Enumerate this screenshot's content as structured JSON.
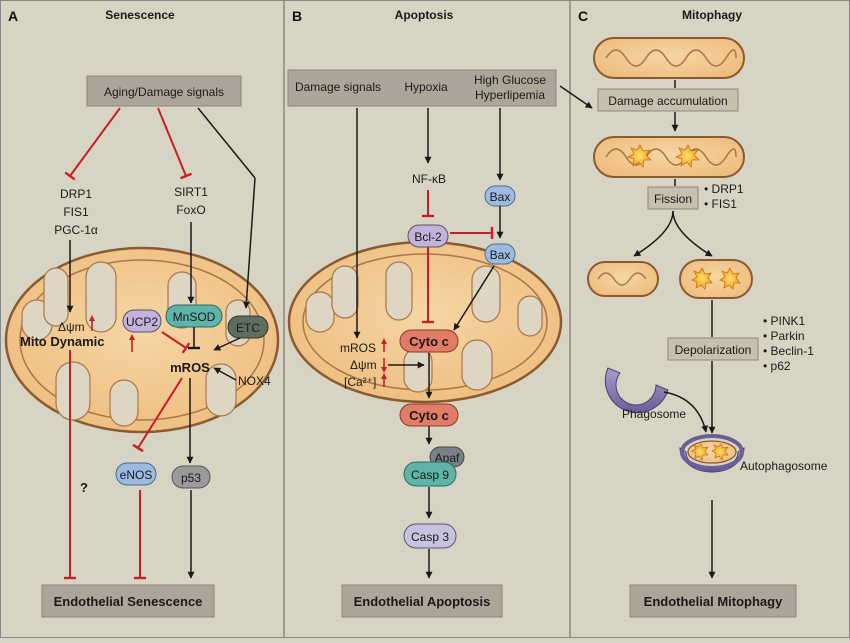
{
  "panels": [
    {
      "letter": "A",
      "title": "Senescence"
    },
    {
      "letter": "B",
      "title": "Apoptosis"
    },
    {
      "letter": "C",
      "title": "Mitophagy"
    }
  ],
  "senescence": {
    "signal": "Aging/Damage signals",
    "drp1": "DRP1",
    "fis1": "FIS1",
    "pgc": "PGC-1α",
    "sirt1": "SIRT1",
    "foxo": "FoxO",
    "ucp2": "UCP2",
    "mnsod": "MnSOD",
    "etc": "ETC",
    "delta_psi": "Δψm",
    "mito_dynamic": "Mito Dynamic",
    "mros": "mROS",
    "nox4": "NOX4",
    "enos": "eNOS",
    "p53": "p53",
    "question": "?",
    "outcome": "Endothelial Senescence"
  },
  "apoptosis": {
    "damage": "Damage signals",
    "hypoxia": "Hypoxia",
    "glucose_1": "High Glucose",
    "glucose_2": "Hyperlipemia",
    "nfkb": "NF-κB",
    "bcl2": "Bcl-2",
    "bax": "Bax",
    "cytoc": "Cyto c",
    "mros": "mROS",
    "delta_psi": "Δψm",
    "ca": "[Ca²⁺]",
    "apaf": "Apaf",
    "casp9": "Casp 9",
    "casp3": "Casp 3",
    "outcome": "Endothelial Apoptosis"
  },
  "mitophagy": {
    "damage_acc": "Damage accumulation",
    "fission": "Fission",
    "fission_factors": [
      "• DRP1",
      "• FIS1"
    ],
    "depolarization": "Depolarization",
    "depol_factors": [
      "• PINK1",
      "• Parkin",
      "• Beclin-1",
      "• p62"
    ],
    "phagosome": "Phagosome",
    "autophagosome": "Autophagosome",
    "outcome": "Endothelial Mitophagy"
  },
  "colors": {
    "background": "#d8d4c4",
    "mito_fill": "#f0c890",
    "mito_outline": "#8a5a30",
    "inhibit_red": "#c81e28",
    "box_grey": "#aca69a",
    "node_teal": "#5fb3a8",
    "node_blue": "#9dbbe0",
    "node_red": "#e07c68",
    "node_purple": "#c4b2dc",
    "node_grey": "#9a9a9a",
    "node_lavender": "#c7c2e0",
    "node_darkgreen": "#5e6e5e"
  }
}
